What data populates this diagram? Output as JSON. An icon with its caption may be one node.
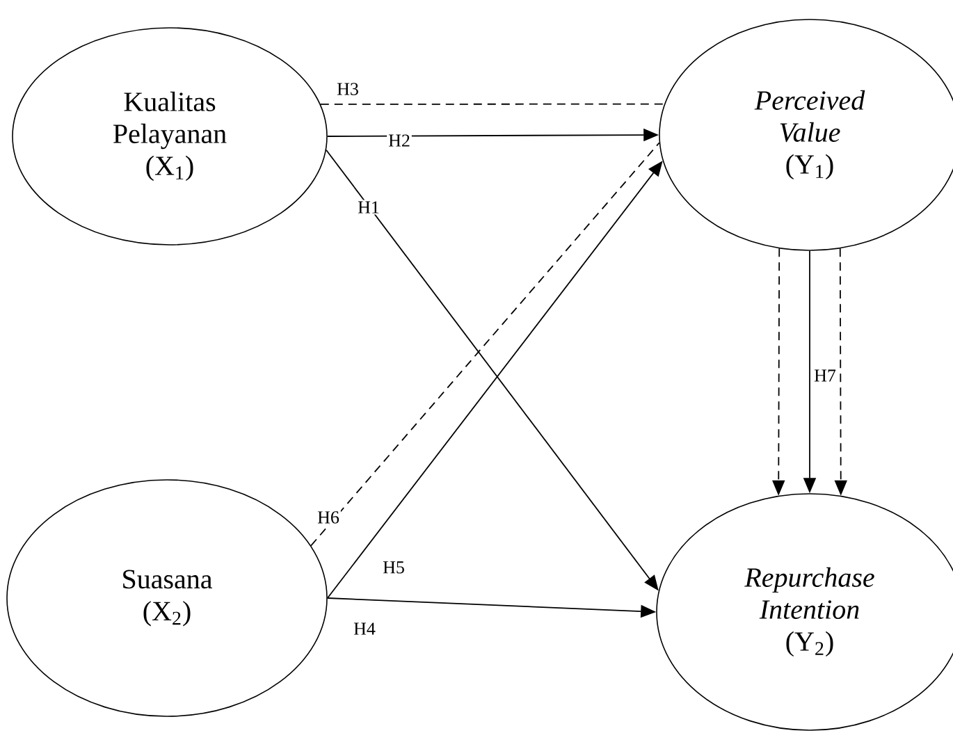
{
  "diagram": {
    "nodes": [
      {
        "text": [
          "Kualitas Pelayanan",
          "(X$_{1}$)"
        ]
      },
      {
        "text": [
          "Perceived Value",
          "(Y$_{1}$)"
        ]
      },
      {
        "text": [
          "Suasana",
          "(X$_{2}$)"
        ]
      },
      {
        "text": [
          "Repurchase Intention",
          "(Y$_{2}$)"
        ]
      }
    ],
    "edges": [
      {
        "from": 0,
        "to": 1,
        "arrow": "none",
        "label": "H3",
        "style": "dashed"
      },
      {
        "from": 0,
        "to": 1,
        "arrow": "to",
        "label": "H2"
      },
      {
        "from": 0,
        "to": 3,
        "arrow": "to",
        "label": "H1"
      },
      {
        "from": 2,
        "to": 1,
        "arrow": "none",
        "label": "H6",
        "style": "dashed"
      },
      {
        "from": 2,
        "to": 1,
        "arrow": "to",
        "label": "H5"
      },
      {
        "from": 2,
        "to": 3,
        "arrow": "to",
        "label": "H4"
      },
      {
        "from": 1,
        "to": 3,
        "arrow": "to",
        "style": "dashed"
      },
      {
        "from": 1,
        "to": 3,
        "arrow": "to",
        "label": "H7"
      },
      {
        "from": 1,
        "to": 3,
        "arrow": "to",
        "style": "dashed"
      }
    ]
  }
}
